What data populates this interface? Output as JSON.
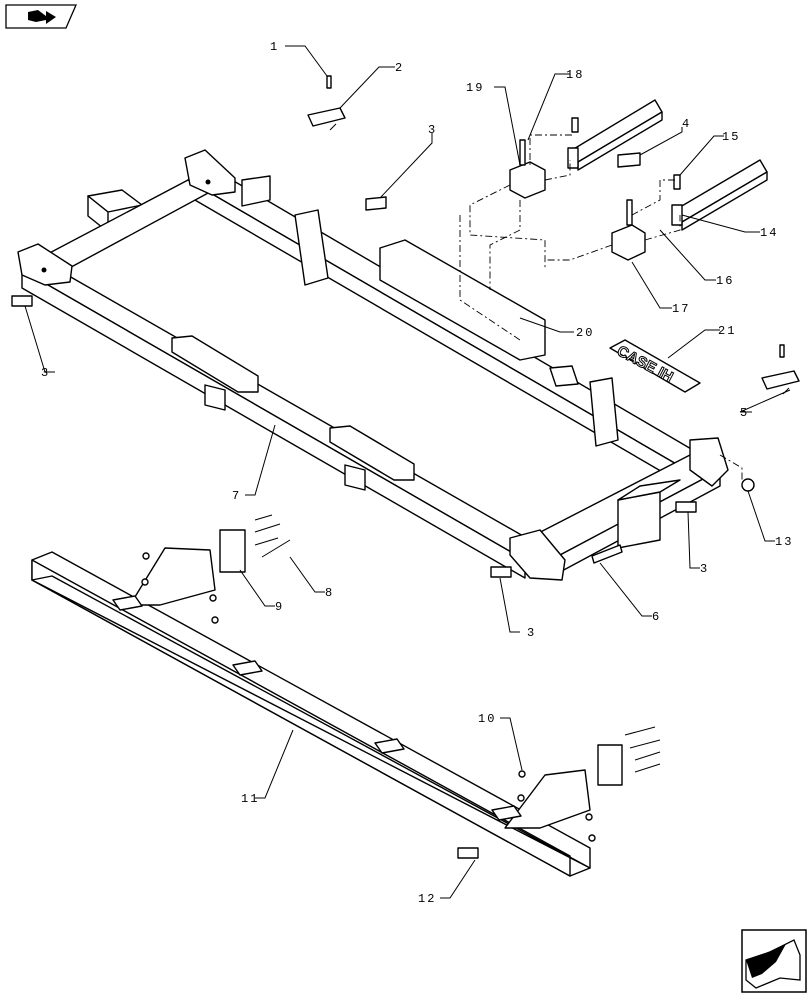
{
  "diagram": {
    "callouts": [
      {
        "id": "c1",
        "label": "1"
      },
      {
        "id": "c2",
        "label": "2"
      },
      {
        "id": "c3a",
        "label": "3"
      },
      {
        "id": "c3b",
        "label": "3"
      },
      {
        "id": "c3c",
        "label": "3"
      },
      {
        "id": "c3d",
        "label": "3"
      },
      {
        "id": "c4",
        "label": "4"
      },
      {
        "id": "c5",
        "label": "5"
      },
      {
        "id": "c6",
        "label": "6"
      },
      {
        "id": "c7",
        "label": "7"
      },
      {
        "id": "c8",
        "label": "8"
      },
      {
        "id": "c9",
        "label": "9"
      },
      {
        "id": "c10",
        "label": "10"
      },
      {
        "id": "c11",
        "label": "11"
      },
      {
        "id": "c12",
        "label": "12"
      },
      {
        "id": "c13",
        "label": "13"
      },
      {
        "id": "c14",
        "label": "14"
      },
      {
        "id": "c15",
        "label": "15"
      },
      {
        "id": "c16",
        "label": "16"
      },
      {
        "id": "c17",
        "label": "17"
      },
      {
        "id": "c18",
        "label": "18"
      },
      {
        "id": "c19",
        "label": "19"
      },
      {
        "id": "c20",
        "label": "20"
      },
      {
        "id": "c21",
        "label": "21"
      }
    ],
    "decal_text": "CASE IH"
  },
  "nav": {
    "top_icon": "book-arrow-icon",
    "bottom_icon": "next-page-arrow-icon"
  }
}
